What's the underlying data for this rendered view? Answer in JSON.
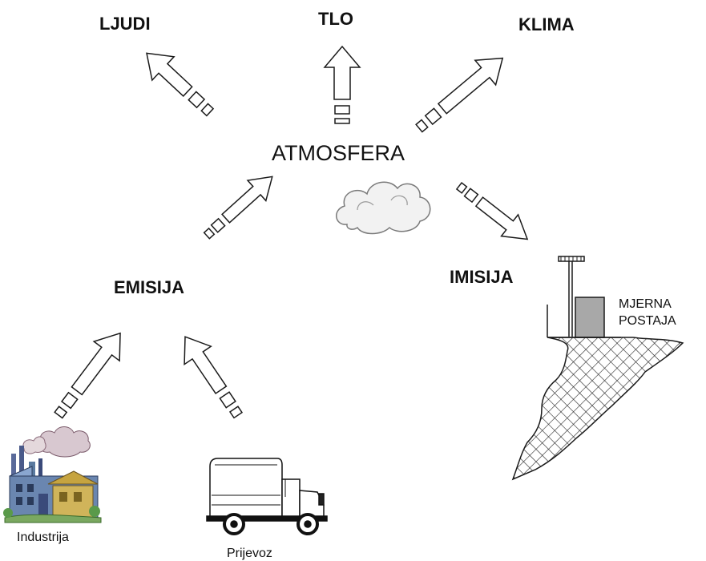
{
  "labels": {
    "ljudi": "LJUDI",
    "tlo": "TLO",
    "klima": "KLIMA",
    "atmosfera": "ATMOSFERA",
    "emisija": "EMISIJA",
    "imisija": "IMISIJA",
    "mjerna_postaja_line1": "MJERNA",
    "mjerna_postaja_line2": "POSTAJA",
    "industrija": "Industrija",
    "prijevoz": "Prijevoz"
  },
  "icons": {
    "cloud": "cloud-icon",
    "factory": "factory-icon",
    "truck": "truck-icon",
    "station": "measuring-station-icon",
    "hill": "hill-icon"
  },
  "colors": {
    "stroke": "#1a1a1a",
    "cloud_fill": "#f2f2f2",
    "station_box": "#a8a8a8"
  }
}
